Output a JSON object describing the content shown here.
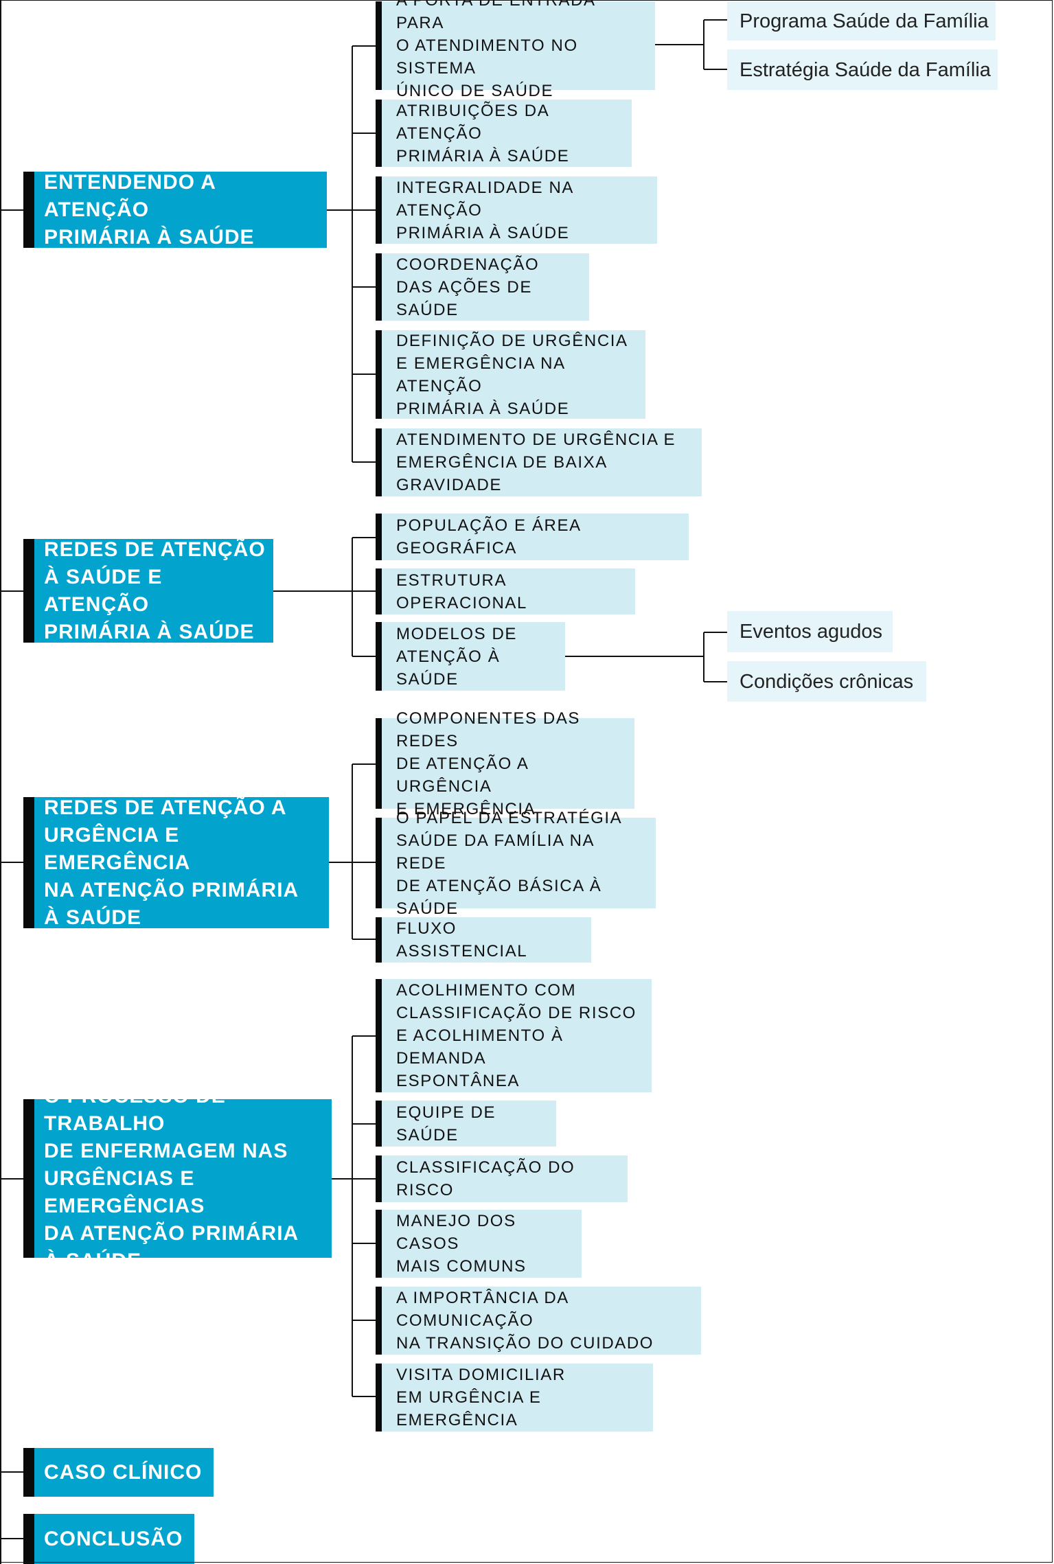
{
  "colors": {
    "main_box": "#02a3cc",
    "sub_box": "#d2ecf4",
    "leaf_box": "#e6f5fa",
    "bar": "#0a0a0a",
    "line": "#111111"
  },
  "sections": [
    {
      "label": "ENTENDENDO A ATENÇÃO\nPRIMÁRIA À SAÚDE",
      "items": [
        {
          "label": "A PORTA DE ENTRADA PARA\nO ATENDIMENTO NO SISTEMA\nÚNICO DE SAÚDE",
          "children": [
            "Programa Saúde da Família",
            "Estratégia Saúde da Família"
          ]
        },
        {
          "label": "ATRIBUIÇÕES DA ATENÇÃO\nPRIMÁRIA À SAÚDE"
        },
        {
          "label": "INTEGRALIDADE NA ATENÇÃO\nPRIMÁRIA À SAÚDE"
        },
        {
          "label": "COORDENAÇÃO\nDAS AÇÕES DE SAÚDE"
        },
        {
          "label": "DEFINIÇÃO DE URGÊNCIA\nE EMERGÊNCIA NA ATENÇÃO\nPRIMÁRIA À SAÚDE"
        },
        {
          "label": "ATENDIMENTO DE URGÊNCIA E\nEMERGÊNCIA DE BAIXA GRAVIDADE"
        }
      ]
    },
    {
      "label": "REDES DE ATENÇÃO\nÀ SAÚDE E ATENÇÃO\nPRIMÁRIA À SAÚDE",
      "items": [
        {
          "label": "POPULAÇÃO E ÁREA GEOGRÁFICA"
        },
        {
          "label": "ESTRUTURA OPERACIONAL"
        },
        {
          "label": "MODELOS DE\nATENÇÃO À SAÚDE",
          "children": [
            "Eventos agudos",
            "Condições crônicas"
          ]
        }
      ]
    },
    {
      "label": "REDES DE ATENÇÃO A\nURGÊNCIA E EMERGÊNCIA\nNA ATENÇÃO PRIMÁRIA\nÀ SAÚDE",
      "items": [
        {
          "label": "COMPONENTES DAS REDES\nDE ATENÇÃO A URGÊNCIA\nE EMERGÊNCIA"
        },
        {
          "label": "O PAPEL DA ESTRATÉGIA\nSAÚDE DA FAMÍLIA NA REDE\nDE ATENÇÃO BÁSICA À SAÚDE"
        },
        {
          "label": "FLUXO ASSISTENCIAL"
        }
      ]
    },
    {
      "label": "O PROCESSO DE TRABALHO\nDE ENFERMAGEM NAS\nURGÊNCIAS E EMERGÊNCIAS\nDA ATENÇÃO PRIMÁRIA\nÀ SAÚDE",
      "items": [
        {
          "label": "ACOLHIMENTO COM\nCLASSIFICAÇÃO DE RISCO\nE ACOLHIMENTO À DEMANDA\nESPONTÂNEA"
        },
        {
          "label": "EQUIPE DE SAÚDE"
        },
        {
          "label": "CLASSIFICAÇÃO DO RISCO"
        },
        {
          "label": "MANEJO DOS CASOS\nMAIS COMUNS"
        },
        {
          "label": "A IMPORTÂNCIA DA COMUNICAÇÃO\nNA TRANSIÇÃO DO CUIDADO"
        },
        {
          "label": "VISITA DOMICILIAR\nEM URGÊNCIA E EMERGÊNCIA"
        }
      ]
    },
    {
      "label": "CASO CLÍNICO",
      "items": []
    },
    {
      "label": "CONCLUSÃO",
      "items": []
    }
  ]
}
